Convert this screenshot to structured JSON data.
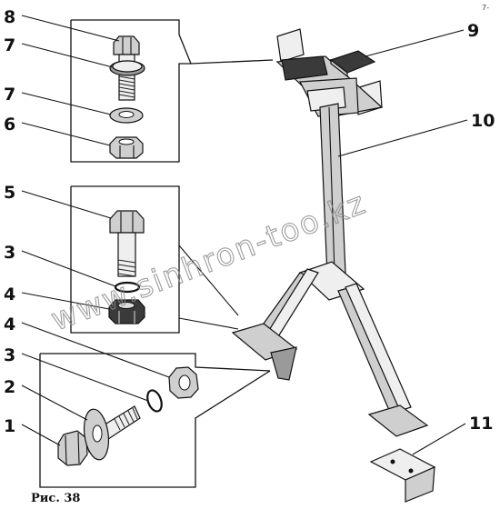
{
  "caption": "Рис. 38",
  "watermark": "www.sinhron-too.kz",
  "corner_mark": "7-",
  "callouts": {
    "c8": "8",
    "c7a": "7",
    "c7b": "7",
    "c6": "6",
    "c5": "5",
    "c3a": "3",
    "c4a": "4",
    "c4b": "4",
    "c3b": "3",
    "c2": "2",
    "c1": "1",
    "c9": "9",
    "c10": "10",
    "c11": "11"
  }
}
